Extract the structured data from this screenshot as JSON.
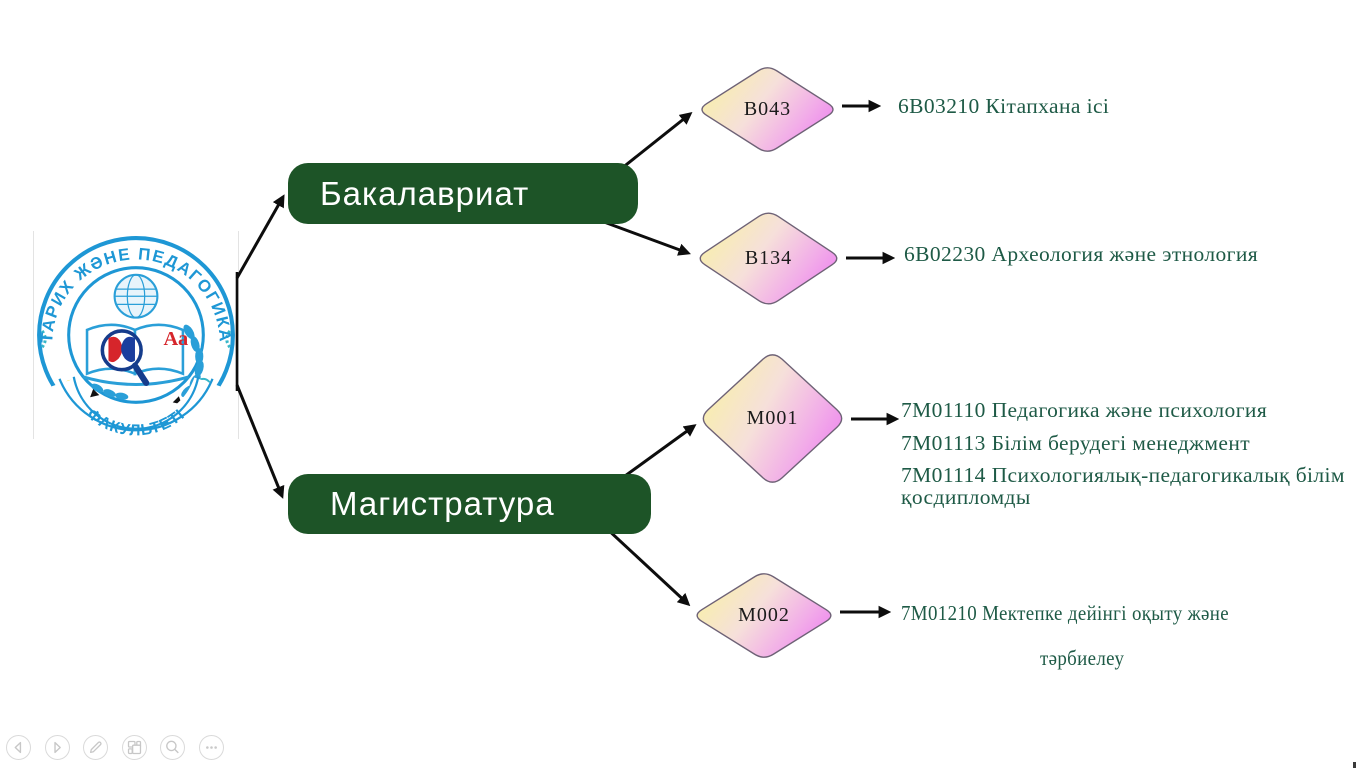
{
  "slide": {
    "logo": {
      "arc_top_text": "ТАРИХ ЖӘНЕ ПЕДАГОГИКА",
      "arc_bottom_text": "ФАКУЛЬТЕТІ",
      "book_text": "Аа"
    },
    "diagram": {
      "branches": [
        {
          "level": "Бакалавриат",
          "children": [
            {
              "code": "B043",
              "programs": [
                "6B03210 Кітапхана ісі"
              ]
            },
            {
              "code": "B134",
              "programs": [
                "6B02230 Археология және этнология"
              ]
            }
          ]
        },
        {
          "level": "Магистратура",
          "children": [
            {
              "code": "M001",
              "programs": [
                "7М01110 Педагогика және психология",
                "7М01113 Білім берудегі менеджмент",
                "7М01114 Психологиялық-педагогикалық білім қосдипломды"
              ]
            },
            {
              "code": "M002",
              "programs": [
                "7М01210 Мектепке дейінгі оқыту және тәрбиелеу"
              ],
              "program_lines": [
                "7М01210 Мектепке дейінгі оқыту және",
                "тәрбиелеу"
              ]
            }
          ]
        }
      ]
    }
  },
  "controls": {
    "icons": [
      "previous-slide",
      "next-slide",
      "pen-tools",
      "see-all-slides",
      "zoom-into-slide",
      "more-options"
    ]
  },
  "colors": {
    "level_box_green": "#1d5427",
    "program_text_green": "#1e5a46",
    "diamond_yellow": "#f8f0a8",
    "diamond_pink": "#ee85ef",
    "logo_blue": "#1e97d5",
    "arrow_black": "#0d0d0d"
  }
}
